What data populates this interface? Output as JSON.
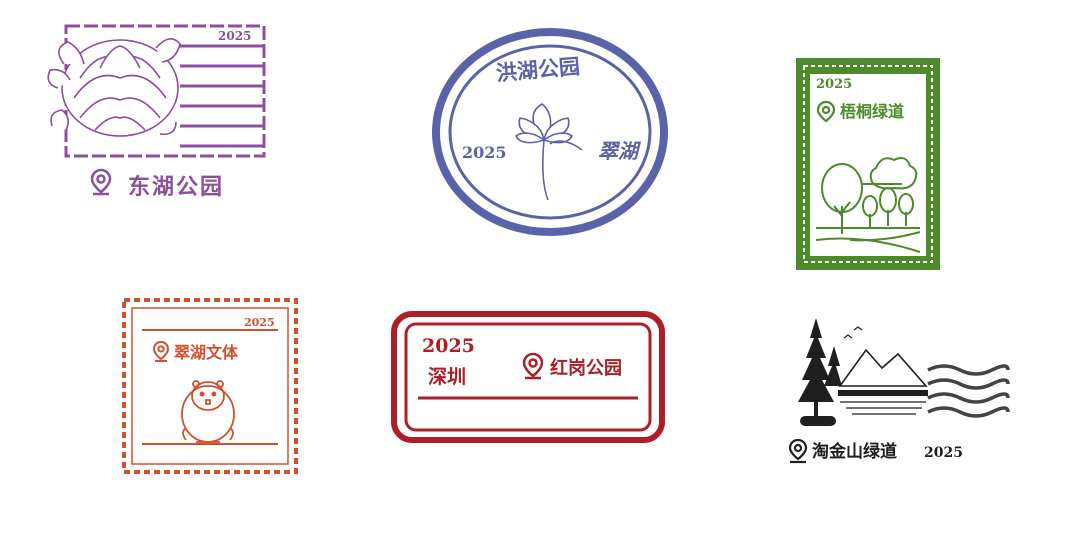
{
  "colors": {
    "purple": "#8c4e9e",
    "blue": "#5b63a8",
    "green": "#4d8a2a",
    "orange_red": "#d2502e",
    "red": "#ad1f25",
    "black": "#1f1f1f"
  },
  "stamps": [
    {
      "id": "donghu",
      "year": "2025",
      "place": "东湖公园",
      "icon": "location-pin-icon",
      "motif": "chrysanthemum"
    },
    {
      "id": "honghu",
      "year": "2025",
      "place": "洪湖公园",
      "script": "翠湖",
      "motif": "lotus"
    },
    {
      "id": "wutong",
      "year": "2025",
      "place": "梧桐绿道",
      "icon": "location-pin-icon",
      "motif": "trees"
    },
    {
      "id": "cuihu",
      "year": "2025",
      "place": "翠湖文体",
      "icon": "location-pin-icon",
      "motif": "beaver"
    },
    {
      "id": "honggang",
      "year": "2025",
      "city": "深圳",
      "place": "红岗公园",
      "icon": "location-pin-icon"
    },
    {
      "id": "taojinshan",
      "year": "2025",
      "place": "淘金山绿道",
      "icon": "location-pin-icon",
      "motif": "mountain-lake-landscape"
    }
  ]
}
